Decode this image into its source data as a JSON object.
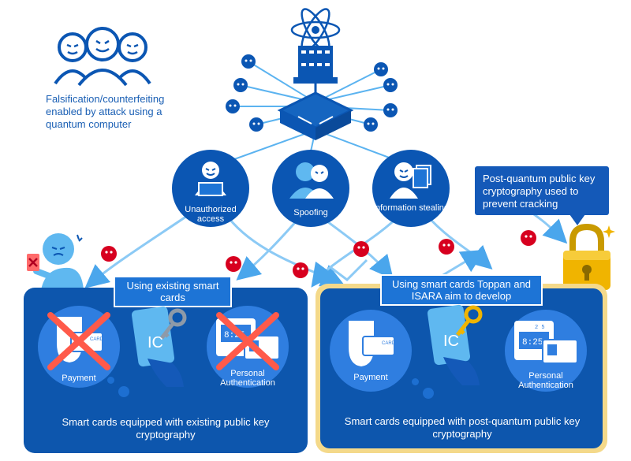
{
  "attacker": {
    "caption": "Falsification/counterfeiting enabled by attack using a quantum computer",
    "icon": "villain-group-icon"
  },
  "attacks": [
    {
      "label": "Unauthorized access",
      "icon": "hacker-laptop-icon"
    },
    {
      "label": "Spoofing",
      "icon": "impersonation-icon"
    },
    {
      "label": "Information stealing",
      "icon": "document-theft-icon"
    }
  ],
  "pq_callout": {
    "text": "Post-quantum public key cryptography used to prevent cracking",
    "icon": "padlock-icon"
  },
  "existing_panel": {
    "title": "Using existing smart cards",
    "caption": "Smart cards equipped with existing public key cryptography",
    "items": [
      {
        "label": "Payment",
        "icon": "payment-card-icon",
        "crossed": true
      },
      {
        "label": "IC",
        "icon": "ic-card-icon"
      },
      {
        "label": "Personal Authentication",
        "icon": "id-card-icon",
        "crossed": true
      }
    ]
  },
  "toppan_panel": {
    "title": "Using smart cards Toppan and ISARA aim to develop",
    "caption": "Smart cards equipped with post-quantum public key cryptography",
    "items": [
      {
        "label": "Payment",
        "icon": "payment-card-icon"
      },
      {
        "label": "IC",
        "icon": "ic-card-icon"
      },
      {
        "label": "Personal Authentication",
        "icon": "id-card-icon"
      }
    ]
  },
  "card_text": {
    "card": "CARD",
    "time": "8:25",
    "time_small": "2 5"
  },
  "colors": {
    "primary": "#0d56ad",
    "light_blue": "#2f7ee0",
    "accent_red": "#d7001f",
    "gold": "#f0b400",
    "frame": "#f4d98a"
  }
}
